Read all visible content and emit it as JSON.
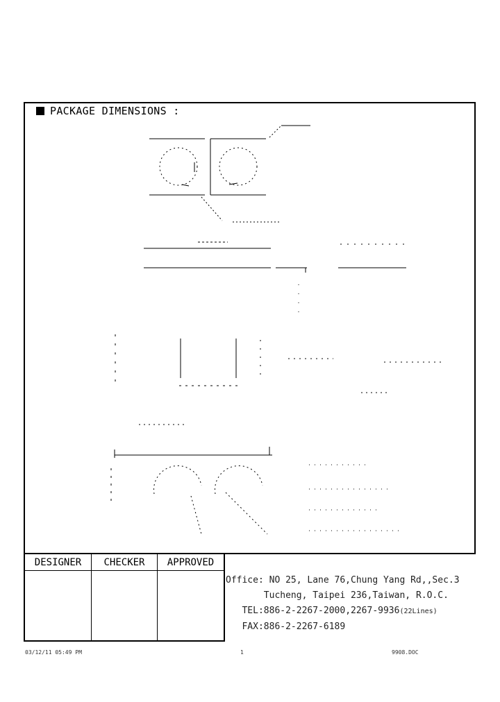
{
  "section_title": "PACKAGE DIMENSIONS :",
  "table": {
    "headers": [
      "DESIGNER",
      "CHECKER",
      "APPROVED"
    ]
  },
  "address": {
    "line1": "Office: NO 25, Lane 76,Chung Yang Rd,,Sec.3",
    "line2": "Tucheng, Taipei 236,Taiwan, R.O.C.",
    "tel": "TEL:886-2-2267-2000,2267-9936",
    "tel_note": "(22Lines)",
    "fax": "FAX:886-2-2267-6189"
  },
  "footer": {
    "datetime": "03/12/11 05:49 PM",
    "page": "1",
    "filename": "9908.DOC"
  }
}
